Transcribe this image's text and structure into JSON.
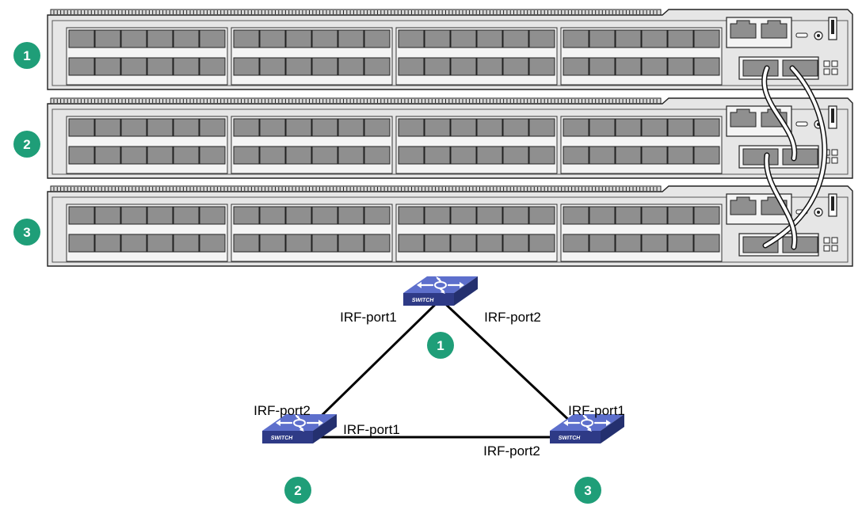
{
  "badge_color": "#1f9e78",
  "switch_color": "#3f4fa8",
  "chassis": [
    {
      "badge": "1"
    },
    {
      "badge": "2"
    },
    {
      "badge": "3"
    }
  ],
  "topology": {
    "nodes": [
      {
        "badge": "1",
        "switch_text": "SWITCH"
      },
      {
        "badge": "2",
        "switch_text": "SWITCH"
      },
      {
        "badge": "3",
        "switch_text": "SWITCH"
      }
    ],
    "port_labels": {
      "n1_left": "IRF-port1",
      "n1_right": "IRF-port2",
      "n2_top": "IRF-port2",
      "n2_right": "IRF-port1",
      "n3_top": "IRF-port1",
      "n3_left": "IRF-port2"
    }
  }
}
